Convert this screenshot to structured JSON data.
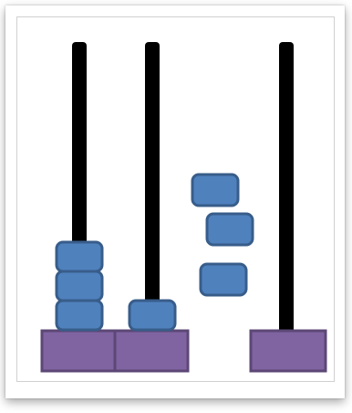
{
  "diagram": {
    "colors": {
      "rod": "#000000",
      "bead_fill": "#4f81bd",
      "bead_stroke": "#385d8a",
      "base_fill": "#8064a2",
      "base_stroke": "#5c4776"
    },
    "rods": [
      {
        "name": "rod-1",
        "beads_stacked": 3
      },
      {
        "name": "rod-2",
        "beads_stacked": 1
      },
      {
        "name": "rod-3",
        "beads_stacked": 0
      }
    ],
    "loose_beads": 3
  }
}
